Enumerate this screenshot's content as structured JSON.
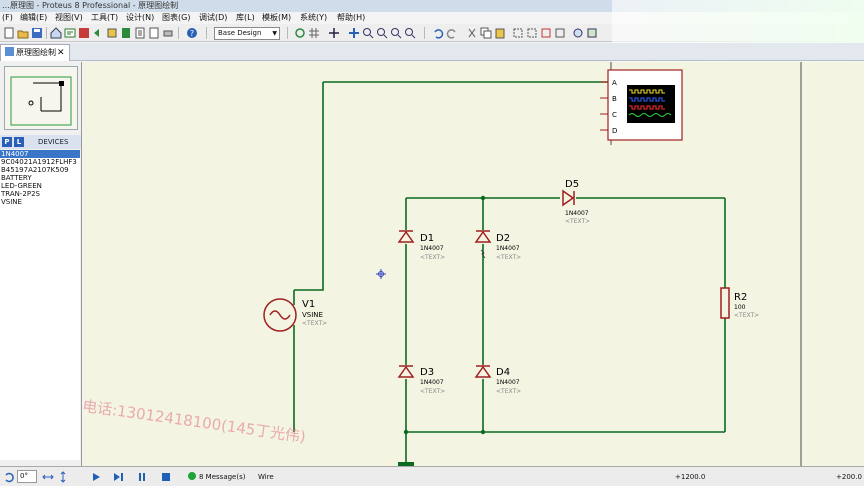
{
  "window": {
    "title": "…原理图 - Proteus 8 Professional - 原理图绘制"
  },
  "menu": [
    "(F)",
    "编辑(E)",
    "视图(V)",
    "工具(T)",
    "设计(N)",
    "图表(G)",
    "调试(D)",
    "库(L)",
    "模板(M)",
    "系统(Y)",
    "帮助(H)"
  ],
  "toolbar": {
    "design_combo": "Base Design"
  },
  "tab": {
    "label": "原理图绘制",
    "close": "✕"
  },
  "panel": {
    "p_button": "P",
    "l_button": "L",
    "title": "DEVICES",
    "devices": [
      "1N4007",
      "9C04021A1912FLHF3",
      "B45197A2107K509",
      "BATTERY",
      "LED-GREEN",
      "TRAN-2P2S",
      "VSINE"
    ],
    "selected_index": 0
  },
  "schematic": {
    "source": {
      "ref": "V1",
      "value": "VSINE",
      "text": "<TEXT>"
    },
    "diodes": [
      {
        "ref": "D1",
        "value": "1N4007",
        "text": "<TEXT>"
      },
      {
        "ref": "D2",
        "value": "1N4007",
        "text": "<TEXT>"
      },
      {
        "ref": "D3",
        "value": "1N4007",
        "text": "<TEXT>"
      },
      {
        "ref": "D4",
        "value": "1N4007",
        "text": "<TEXT>"
      },
      {
        "ref": "D5",
        "value": "1N4007",
        "text": "<TEXT>"
      }
    ],
    "resistor": {
      "ref": "R2",
      "value": "100",
      "text": "<TEXT>"
    },
    "scope_channels": [
      "A",
      "B",
      "C",
      "D"
    ],
    "wire_color": "#0a6b1f"
  },
  "status": {
    "angle": "0°",
    "messages": "8 Message(s)",
    "mode": "Wire",
    "coord_x": "+1200.0",
    "coord_y": "+200.0"
  },
  "watermark": "电话:13012418100(145丁光伟)"
}
